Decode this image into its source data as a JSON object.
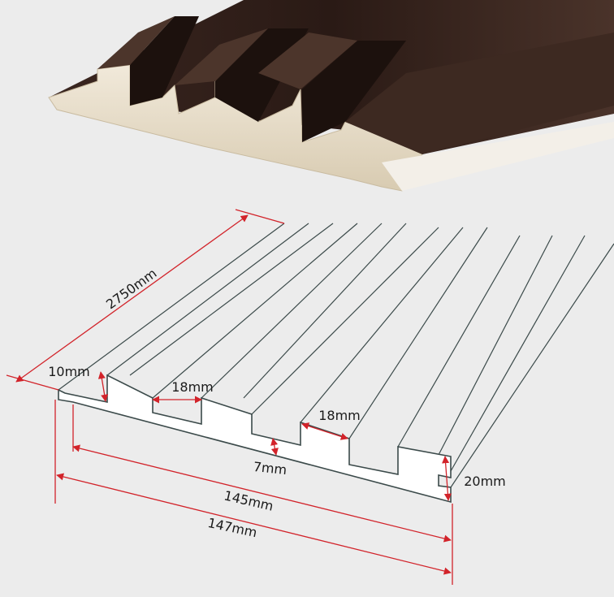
{
  "dimensions": {
    "length": "2750mm",
    "groove_height": "10mm",
    "groove_width_left": "18mm",
    "groove_width_right": "18mm",
    "base_thickness": "7mm",
    "total_height": "20mm",
    "face_width": "145mm",
    "total_width": "147mm"
  },
  "colors": {
    "wood_dark": "#2e1d17",
    "wood_edge": "#e6dcc8",
    "outline": "#3b4a4a",
    "dimension_line": "#d2232a",
    "background": "#ececec"
  }
}
